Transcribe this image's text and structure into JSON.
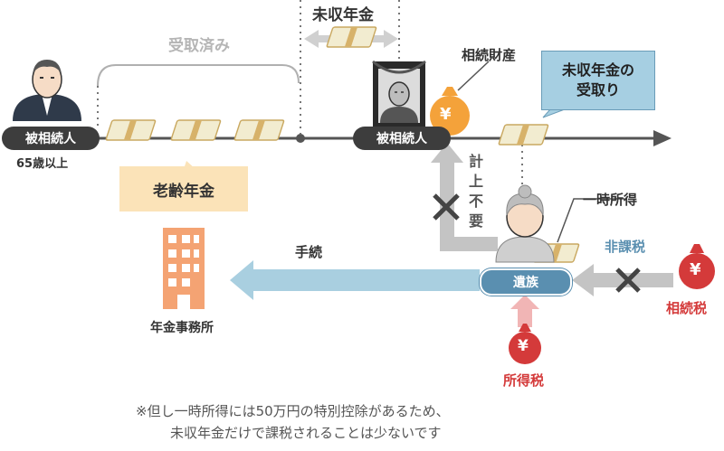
{
  "labels": {
    "received": "受取済み",
    "unpaid_pension_top": "未収年金",
    "inherited_property": "相続財産",
    "deceased_left": "被相続人",
    "age": "65歳以上",
    "deceased_right": "被相続人",
    "old_age_pension": "老齢年金",
    "unpaid_receipt_line1": "未収年金の",
    "unpaid_receipt_line2": "受取り",
    "no_record_1": "計",
    "no_record_2": "上",
    "no_record_3": "不",
    "no_record_4": "要",
    "occasional_income": "一時所得",
    "procedure": "手続",
    "non_taxable": "非課税",
    "bereaved": "遺族",
    "inheritance_tax": "相続税",
    "pension_office": "年金事務所",
    "income_tax": "所得税",
    "note_line1": "※但し一時所得には50万円の特別控除があるため、",
    "note_line2": "未収年金だけで課税されることは少ないです",
    "yen_symbol": "¥"
  },
  "colors": {
    "timeline": "#555555",
    "pill_dark": "#3d3d3d",
    "pill_blue": "#5a8fb0",
    "pension_box": "#fbe3b8",
    "receipt_box": "#a6cfe2",
    "arrow_gray": "#c4c4c4",
    "arrow_blue": "#a9cfe0",
    "arrow_pink": "#f1b5b5",
    "tax_red": "#d43a3a",
    "bag_orange": "#f4a23a",
    "building_orange": "#f4a373",
    "cross": "#444444"
  }
}
